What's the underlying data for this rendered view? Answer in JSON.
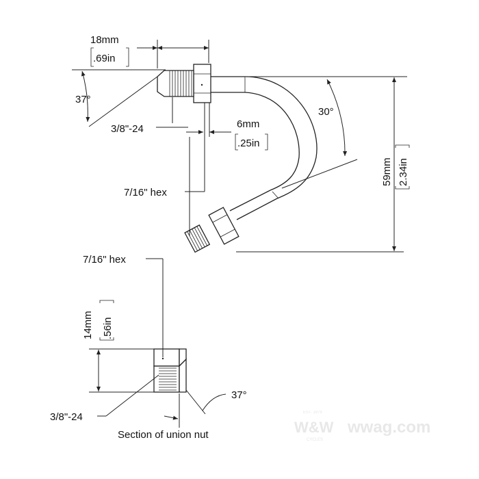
{
  "labels": {
    "width_mm": "18mm",
    "width_in": ".69in",
    "flare_angle_top": "37°",
    "thread_top": "3/8\"-24",
    "gap_mm": "6mm",
    "gap_in": ".25in",
    "hex_main": "7/16\" hex",
    "bend_angle": "30°",
    "height_mm": "59mm",
    "height_in": "2.34in",
    "hex_nut": "7/16\" hex",
    "nut_height_mm": "14mm",
    "nut_height_in": ".56in",
    "thread_nut": "3/8\"-24",
    "flare_angle_nut": "37°",
    "caption": "Section of union nut"
  },
  "watermark": {
    "est": "EST. 1979",
    "brand": "W&W",
    "url": "wwag.com",
    "sub": "CYCLES"
  },
  "colors": {
    "line": "#222222",
    "text": "#111111",
    "watermark": "#e6e6e6"
  }
}
